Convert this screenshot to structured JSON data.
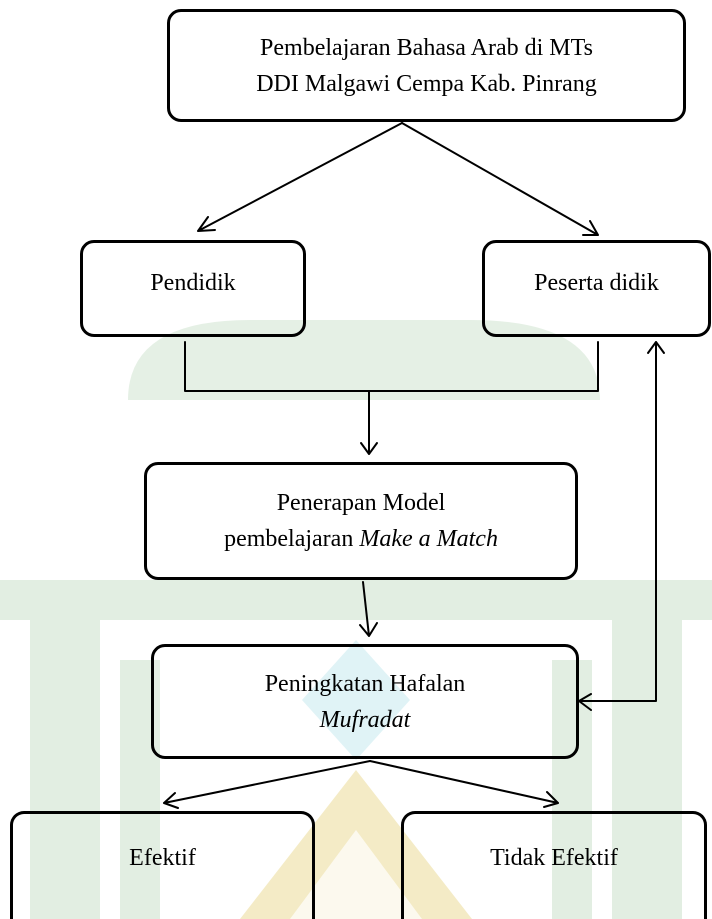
{
  "nodes": {
    "title": {
      "line1": "Pembelajaran Bahasa Arab di MTs",
      "line2": "DDI Malgawi Cempa Kab. Pinrang"
    },
    "pendidik": {
      "label": "Pendidik"
    },
    "peserta": {
      "label": "Peserta didik"
    },
    "penerapan": {
      "line1": "Penerapan Model",
      "line2_prefix": "pembelajaran ",
      "line2_italic": "Make a Match"
    },
    "peningkatan": {
      "line1": "Peningkatan Hafalan",
      "line2_italic": "Mufradat"
    },
    "efektif": {
      "label": "Efektif"
    },
    "tidak_efektif": {
      "label": "Tidak Efektif"
    }
  },
  "colors": {
    "stroke": "#000000",
    "watermark_green": "#cfe3cf",
    "watermark_gold": "#f1e6b8",
    "watermark_cyan": "#d8f0f4"
  }
}
